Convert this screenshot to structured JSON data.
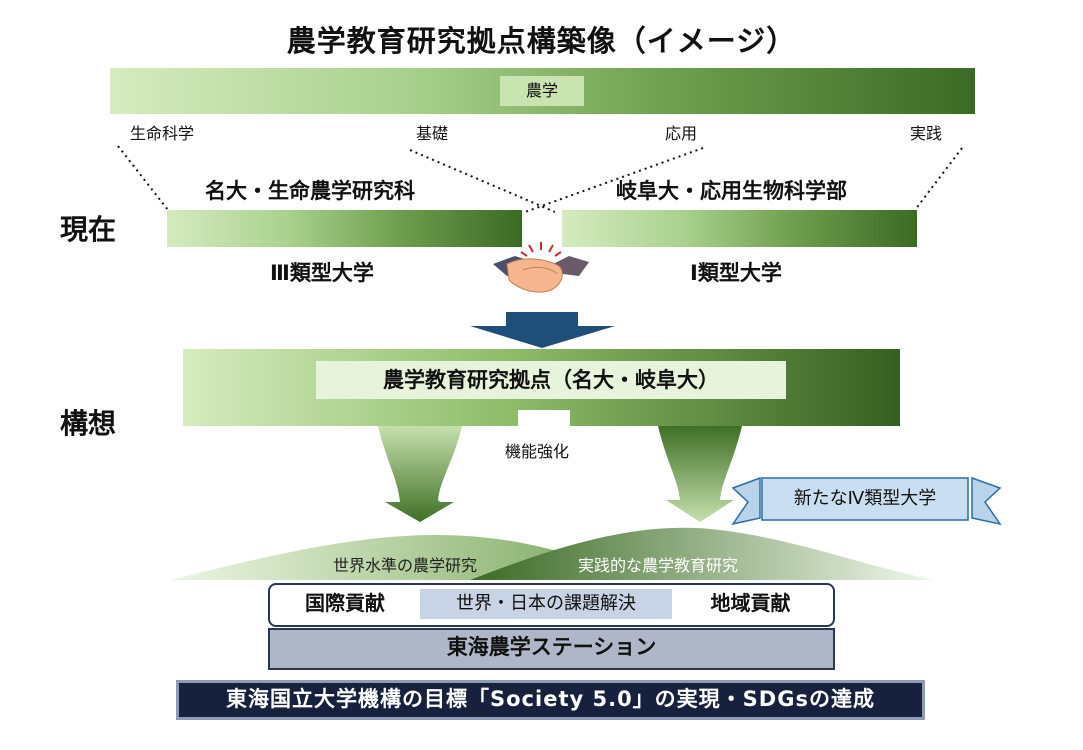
{
  "title": "農学教育研究拠点構築像（イメージ）",
  "top_bar": {
    "label": "農学"
  },
  "spectrum": {
    "left": "生命科学",
    "mid_left": "基礎",
    "mid_right": "応用",
    "right": "実践"
  },
  "current": {
    "side_label": "現在",
    "left_name": "名大・生命農学研究科",
    "right_name": "岐阜大・応用生物科学部",
    "left_type": "Ⅲ類型大学",
    "right_type": "Ⅰ類型大学"
  },
  "vision": {
    "side_label": "構想",
    "hub": "農学教育研究拠点（名大・岐阜大）",
    "strengthen": "機能強化",
    "new_type": "新たなⅣ類型大学"
  },
  "research": {
    "world": "世界水準の農学研究",
    "practical": "実践的な農学教育研究"
  },
  "contribution": {
    "intl": "国際貢献",
    "issues": "世界・日本の課題解決",
    "regional": "地域貢献"
  },
  "station": "東海農学ステーション",
  "goal": "東海国立大学機構の目標「Society 5.0」の実現・SDGsの達成"
}
